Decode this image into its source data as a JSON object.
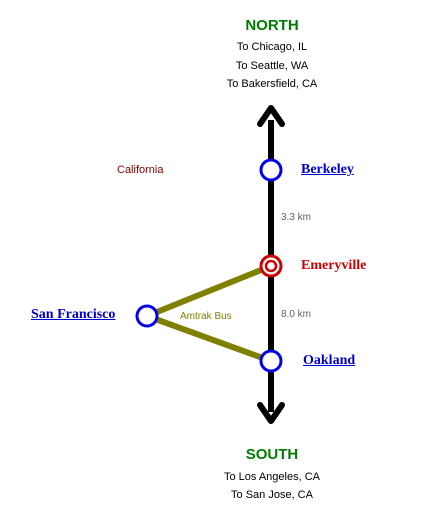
{
  "north": {
    "heading": "NORTH",
    "destinations": [
      "To Chicago, IL",
      "To Seattle, WA",
      "To Bakersfield, CA"
    ]
  },
  "south": {
    "heading": "SOUTH",
    "destinations": [
      "To Los Angeles, CA",
      "To San Jose, CA"
    ]
  },
  "region_label": "California",
  "stations": {
    "berkeley": "Berkeley",
    "emeryville": "Emeryville",
    "oakland": "Oakland",
    "san_francisco": "San Francisco"
  },
  "distances": {
    "berkeley_emeryville": "3.3 km",
    "emeryville_oakland": "8.0 km"
  },
  "bus_label": "Amtrak Bus",
  "colors": {
    "heading": "#007a00",
    "link": "#0000cc",
    "current_station": "#cc0000",
    "bus_line": "#808000",
    "region": "#800000",
    "distance": "#606060",
    "rail": "#000000",
    "station_ring": "#0000ee"
  }
}
